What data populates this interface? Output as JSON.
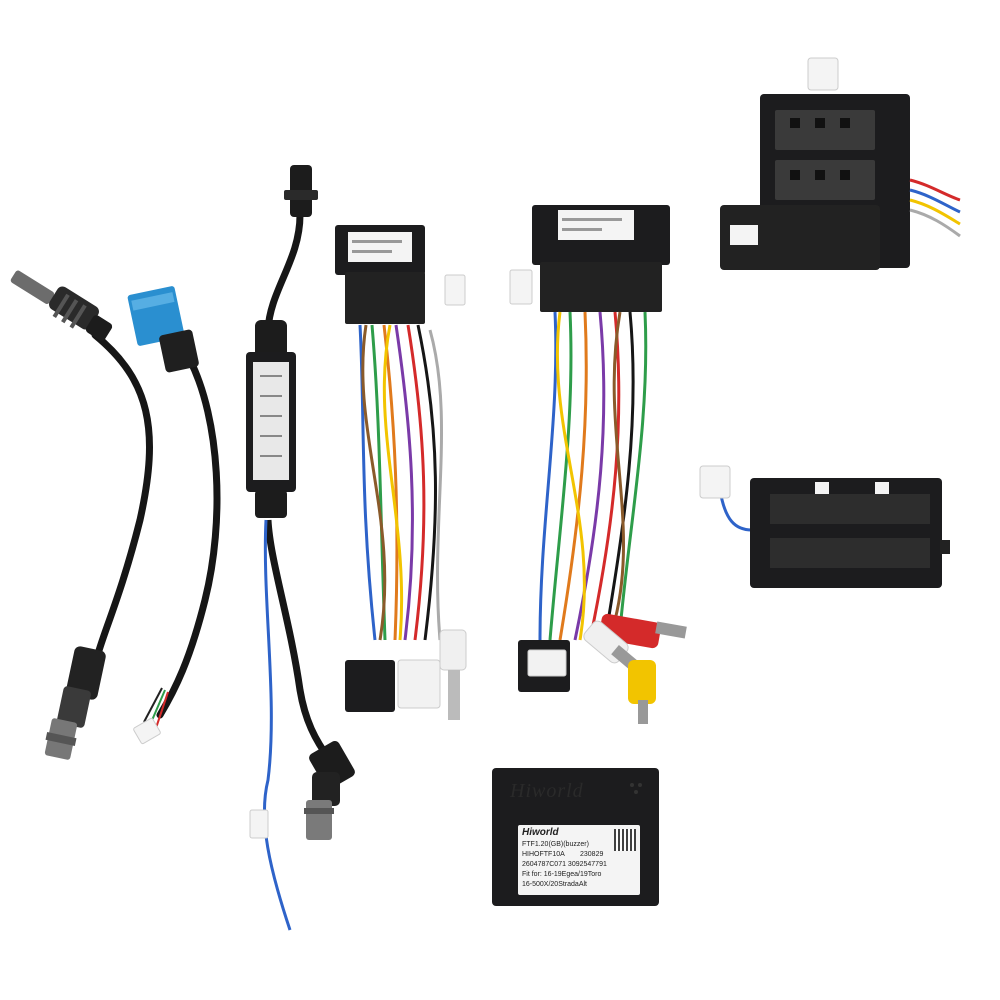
{
  "image": {
    "subject": "car stereo wiring harness kit",
    "background_color": "#ffffff"
  },
  "canbus_box": {
    "embossed_brand": "Hiworld",
    "label": {
      "brand": "Hiworld",
      "model": "FTF1.20(GB)(buzzer)",
      "part": "HIHOFTF10A",
      "code": "230829",
      "serial": "2604787C071 3092547791",
      "fit_line": "Fit for: 16-19Egea/19Toro",
      "fit_line2": "16-500X/20StradaAlt"
    }
  },
  "colors": {
    "connector_black": "#1c1c1e",
    "connector_blue": "#2a8fd0",
    "rca_red": "#d42a2a",
    "rca_yellow": "#f2c400",
    "rca_white": "#f0f0f0",
    "wire_blue": "#2e63c9",
    "wire_green": "#2e9d4a",
    "wire_orange": "#e07a1c",
    "wire_purple": "#7a3aa8"
  }
}
